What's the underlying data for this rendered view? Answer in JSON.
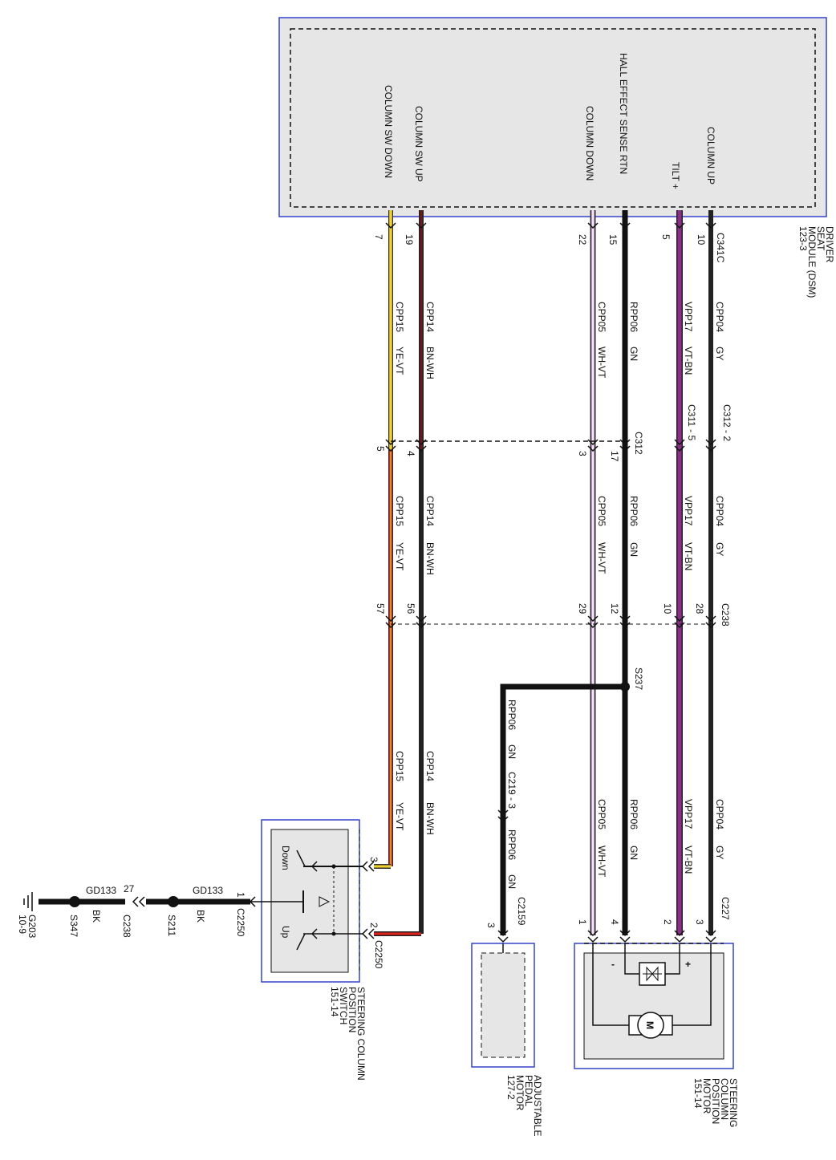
{
  "module": {
    "name_lines": [
      "DRIVER",
      "SEAT",
      "MODULE (DSM)",
      "123-3"
    ],
    "connector": "C341C",
    "pins": [
      {
        "label": "COLUMN UP",
        "pin": "10"
      },
      {
        "label": "TILT +",
        "pin": "5"
      },
      {
        "label": "HALL EFFECT SENSE RTN",
        "pin": "15"
      },
      {
        "label": "COLUMN DOWN",
        "pin": "22"
      },
      {
        "label": "COLUMN SW UP",
        "pin": "19"
      },
      {
        "label": "COLUMN SW DOWN",
        "pin": "7"
      }
    ]
  },
  "wires": [
    {
      "circuit": "CPP04",
      "color": "GY"
    },
    {
      "circuit": "VPP17",
      "color": "VT-BN"
    },
    {
      "circuit": "RPP06",
      "color": "GN"
    },
    {
      "circuit": "CPP05",
      "color": "WH-VT"
    },
    {
      "circuit": "CPP14",
      "color": "BN-WH"
    },
    {
      "circuit": "CPP15",
      "color": "YE-VT"
    }
  ],
  "connectors": {
    "c312_2": "C312 - 2",
    "c311_5": "C311 - 5",
    "c312": "C312",
    "c312_pins": [
      "17",
      "3",
      "4",
      "5"
    ],
    "c238": "C238",
    "c238_pins": [
      "28",
      "10",
      "12",
      "29",
      "56",
      "57"
    ],
    "s237": "S237",
    "c219": "C219 - 3",
    "c2159": "C2159",
    "c2159_pin": "3",
    "c227": "C227",
    "c227_pins": [
      "3",
      "2",
      "4",
      "1"
    ],
    "c2250": "C2250",
    "c2250_pins": [
      "3",
      "2",
      "1"
    ]
  },
  "ground": {
    "wire_circuit": "GD133",
    "wire_color": "BK",
    "s211": "S211",
    "c238": "C238",
    "c238_pin": "27",
    "s347": "S347",
    "g203": "G203",
    "g203_ref": "10-9"
  },
  "components": {
    "column_motor": {
      "name_lines": [
        "STEERING",
        "COLUMN",
        "POSITION",
        "MOTOR",
        "151-14"
      ],
      "motor_symbol": "M",
      "plus": "+",
      "minus": "-"
    },
    "pedal_motor": {
      "name_lines": [
        "ADJUSTABLE",
        "PEDAL",
        "MOTOR",
        "127-2"
      ]
    },
    "column_switch": {
      "name_lines": [
        "STEERING COLUMN",
        "POSITION",
        "SWITCH",
        "151-14"
      ],
      "down": "Down",
      "up": "Up"
    }
  },
  "colors": {
    "gray_wire": "#222222",
    "violet": "#8b2d8b",
    "brown": "#6b1a1a",
    "yellow": "#f2d22a",
    "red": "#e0201a",
    "white_violet": "#c79bd0",
    "frame_blue": "#3344cc",
    "box_fill": "#e8e8e8"
  }
}
